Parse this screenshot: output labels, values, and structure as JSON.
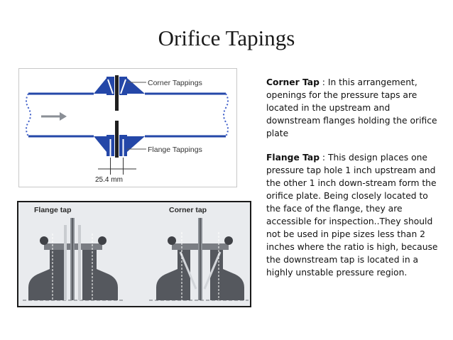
{
  "slide": {
    "title": "Orifice Tapings"
  },
  "top_figure": {
    "label_corner": "Corner Tappings",
    "label_flange": "Flange Tappings",
    "dimension": "25.4 mm"
  },
  "bottom_figure": {
    "label_left": "Flange tap",
    "label_right": "Corner tap"
  },
  "paragraphs": [
    {
      "term": "Corner Tap",
      "body": " : In this arrangement, openings for the pressure taps are located in the upstream and downstream flanges holding the orifice plate"
    },
    {
      "term": "Flange Tap",
      "body": " : This design places one pressure tap hole 1 inch upstream and the other 1 inch down-stream form the orifice plate. Being closely located to the face of the flange, they are accessible for inspection..They should not be used in pipe sizes less than 2 inches where the ratio is high, because the downstream tap is located in a highly unstable pressure region."
    }
  ],
  "colors": {
    "flange_blue": "#2447a8",
    "plate_dark": "#1f1f1f",
    "pipe_dash": "#3f5fc9",
    "panel_bg": "#e9ebee",
    "metal_dark": "#55585e"
  }
}
